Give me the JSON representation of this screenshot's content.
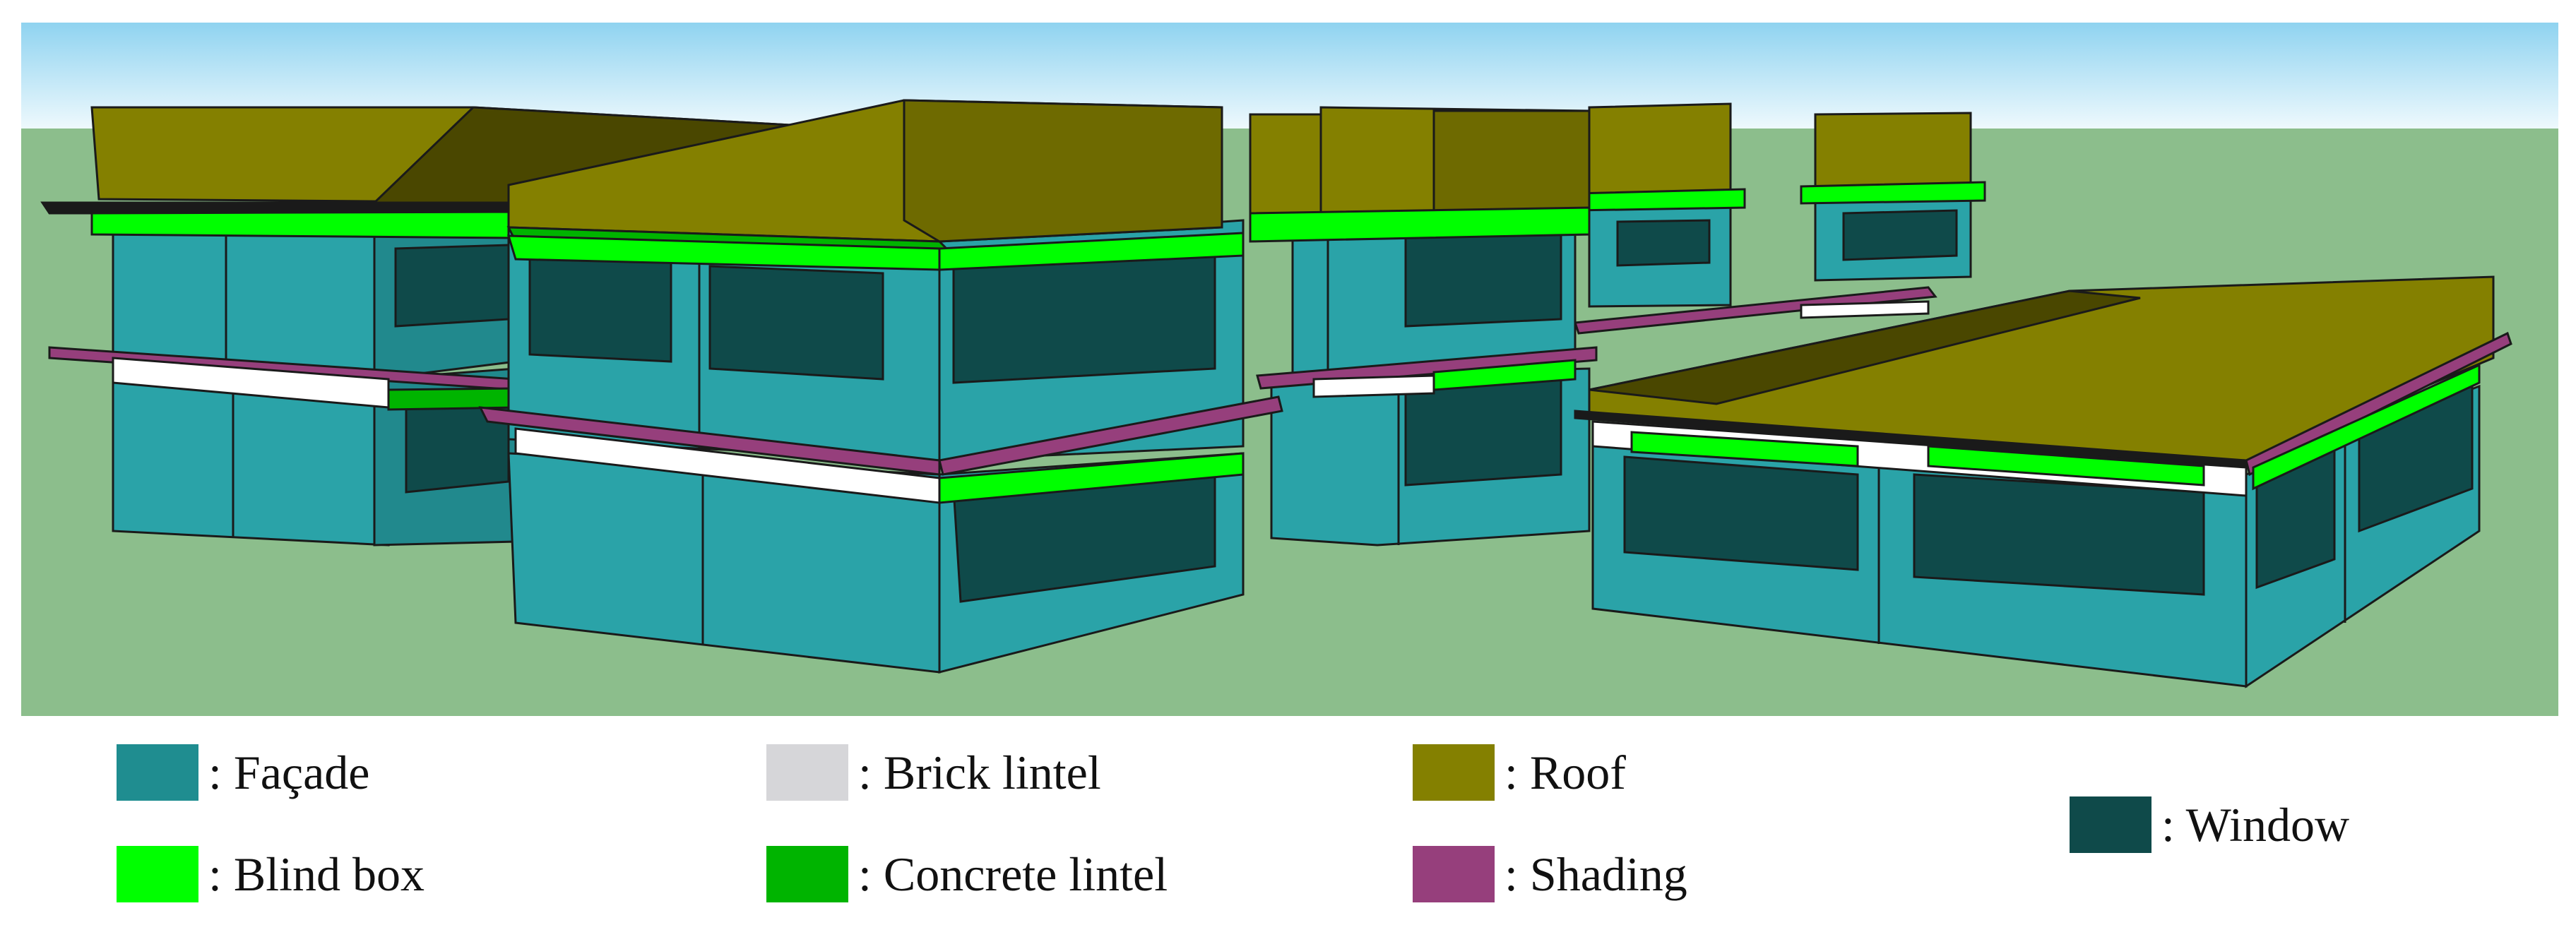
{
  "colors": {
    "sky_top": "#8fd3f0",
    "sky_bottom": "#eef9fd",
    "ground": "#8cbe8c",
    "facade": "#2aa3a8",
    "facade_dark": "#21898d",
    "window": "#0f4a4a",
    "blind_box": "#00ff00",
    "concrete_lintel": "#00b400",
    "brick_lintel": "#d6d6d9",
    "roof": "#848000",
    "roof_dark": "#4a4700",
    "shading": "#963f7c"
  },
  "legend": [
    {
      "key": "facade",
      "label": ": Façade",
      "color": "#1f8d90"
    },
    {
      "key": "brick_lintel",
      "label": ": Brick lintel",
      "color": "#d6d6d9"
    },
    {
      "key": "roof",
      "label": ": Roof",
      "color": "#848000"
    },
    {
      "key": "window",
      "label": ": Window",
      "color": "#0f4a4a"
    },
    {
      "key": "blind_box",
      "label": ": Blind box",
      "color": "#00ff00"
    },
    {
      "key": "concrete_lintel",
      "label": ": Concrete lintel",
      "color": "#00b400"
    },
    {
      "key": "shading",
      "label": ": Shading",
      "color": "#963f7c"
    }
  ]
}
